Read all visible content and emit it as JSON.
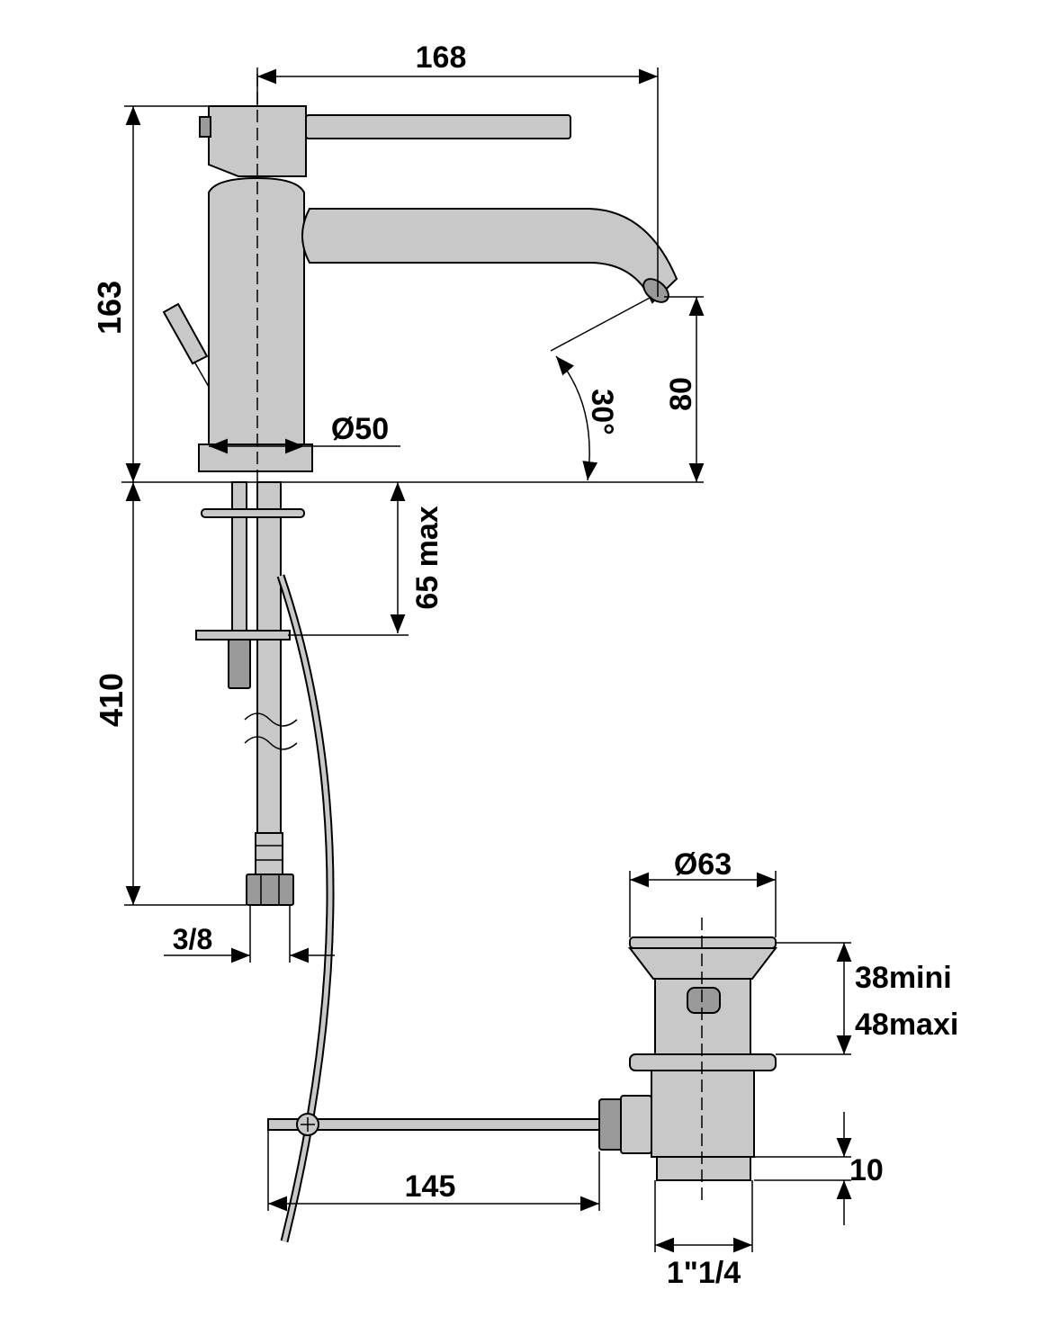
{
  "dimensions": {
    "overall_length": "168",
    "overall_height": "163",
    "body_diameter": "Ø50",
    "spout_angle": "30°",
    "outlet_height": "80",
    "max_deck_thickness": "65 max",
    "hose_length": "410",
    "hose_connection": "3/8",
    "waste_diameter": "Ø63",
    "waste_min": "38mini",
    "waste_max": "48maxi",
    "waste_rod_length": "145",
    "waste_thread_height": "10",
    "waste_thread": "1\"1/4"
  }
}
